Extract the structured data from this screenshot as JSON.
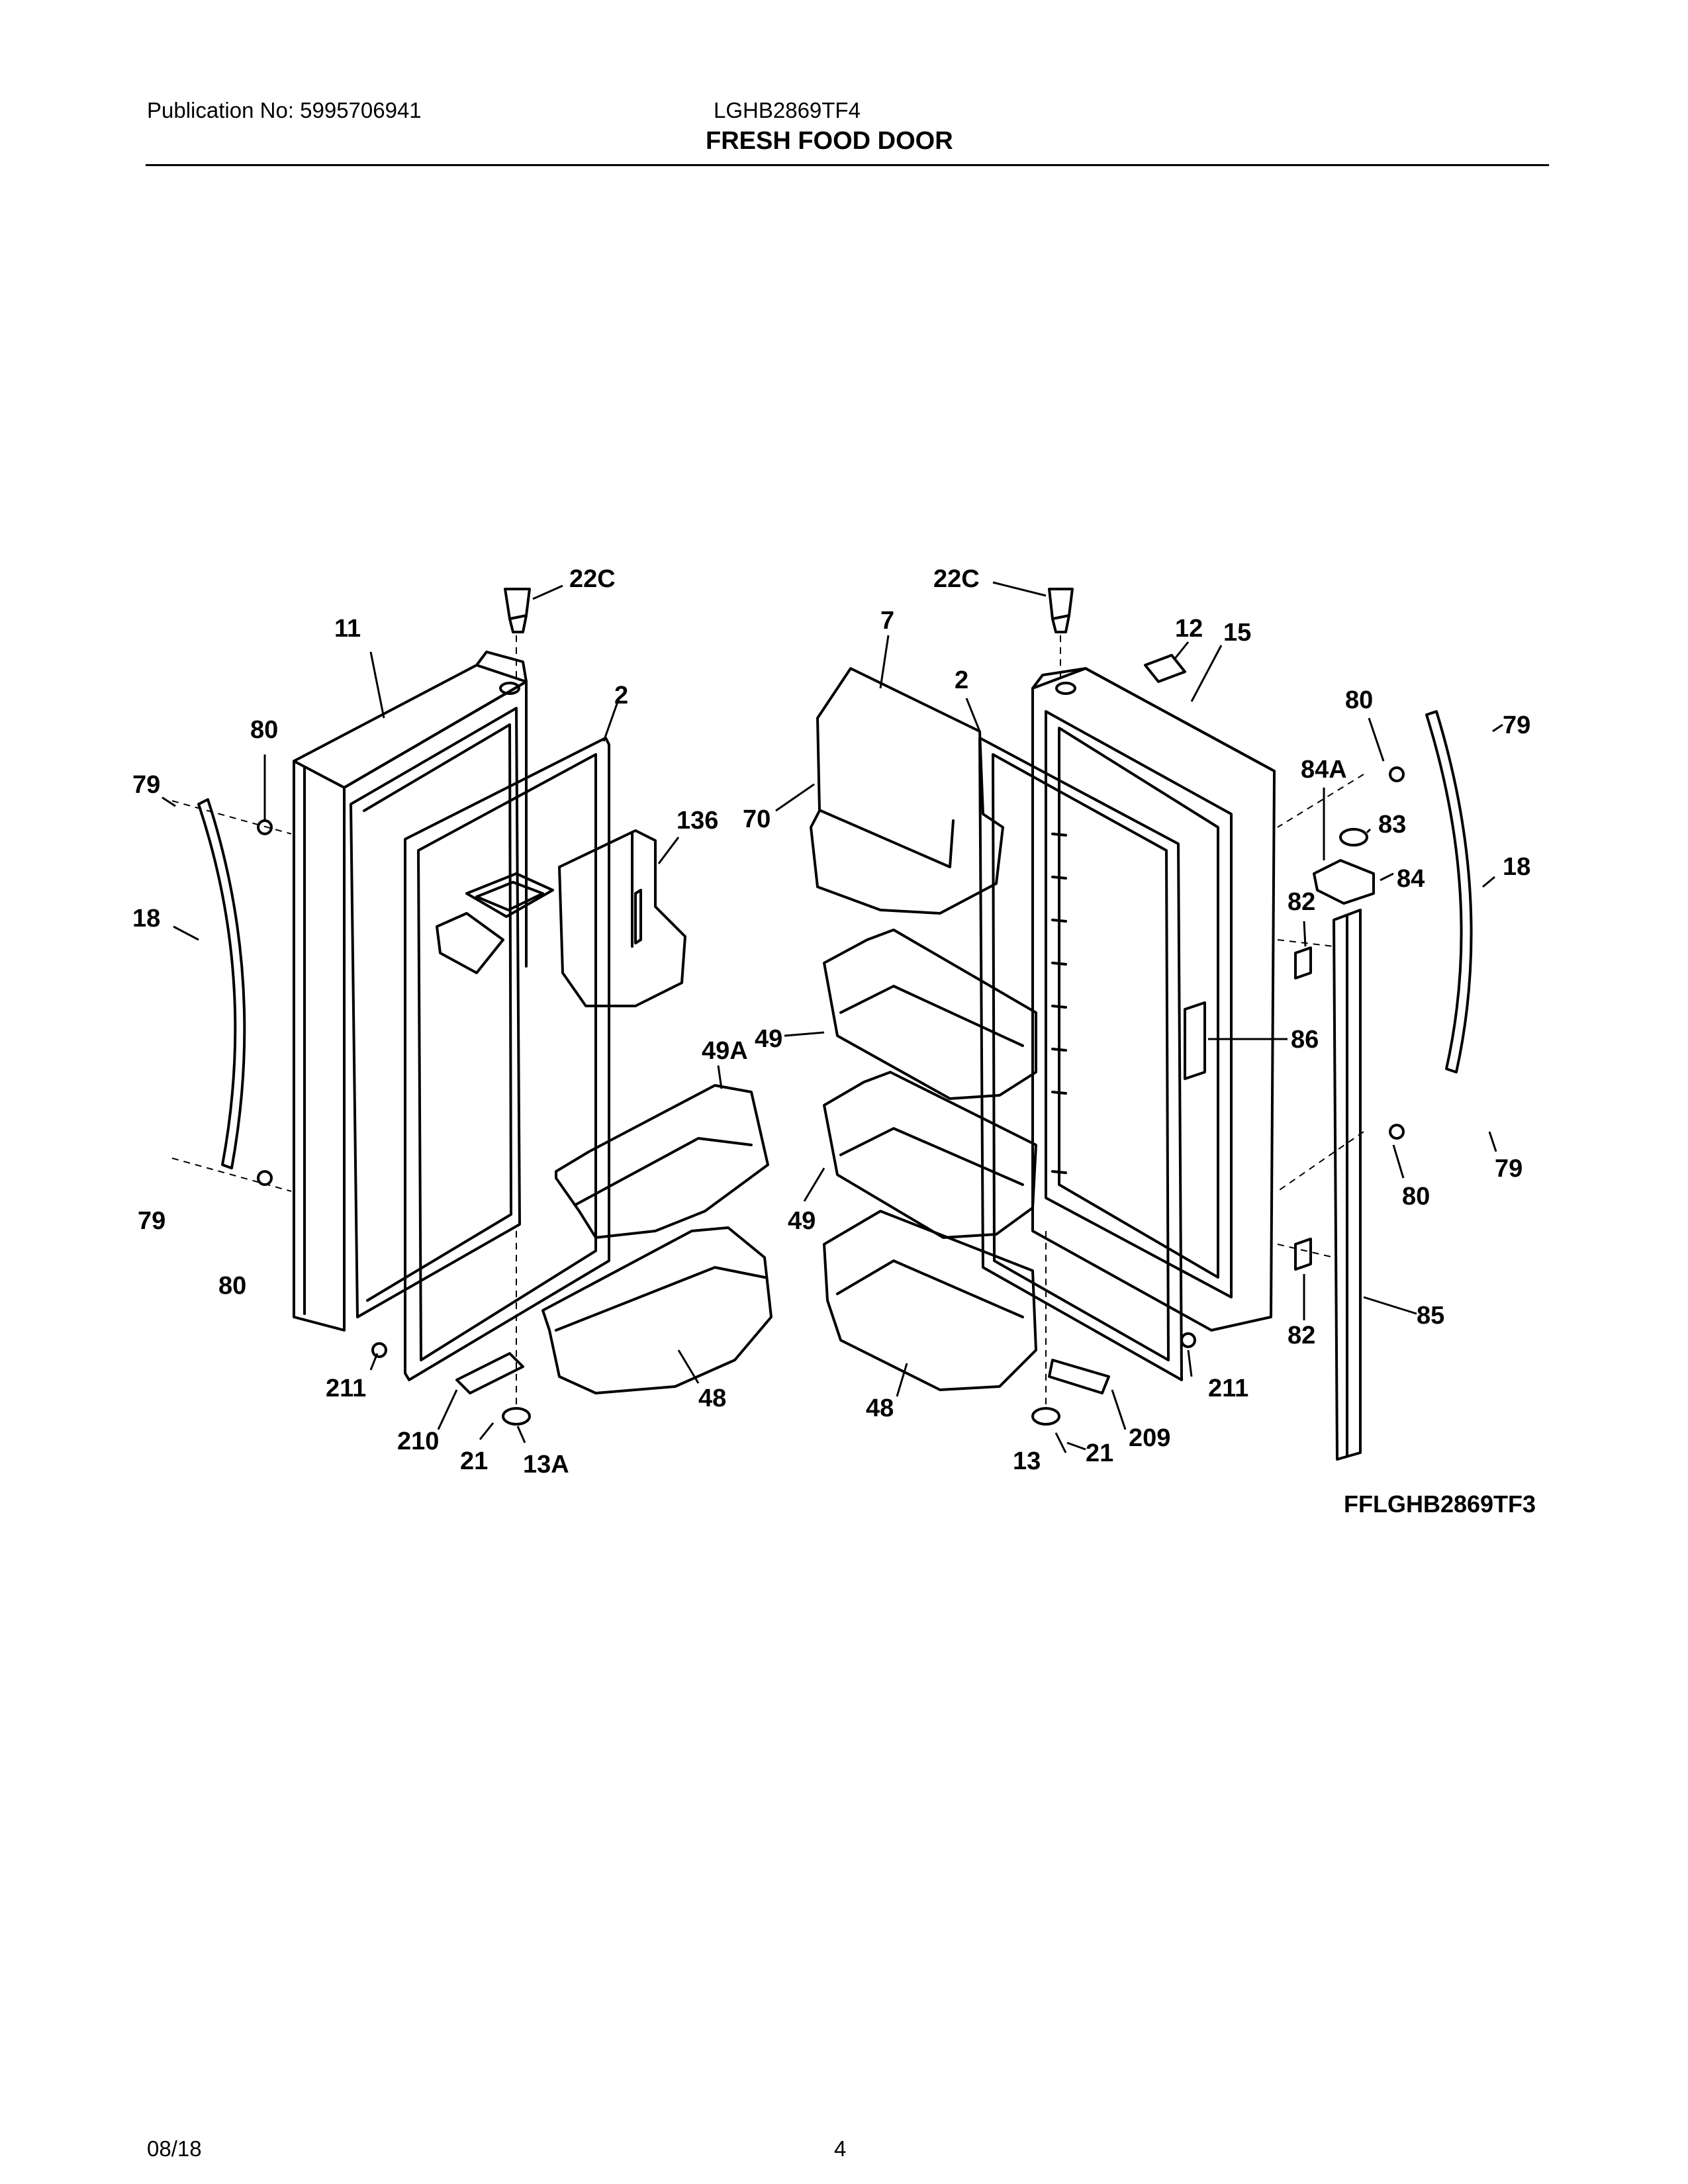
{
  "header": {
    "publication": "Publication No: 5995706941",
    "model": "LGHB2869TF4",
    "section_title": "FRESH FOOD DOOR"
  },
  "footer": {
    "date": "08/18",
    "page_number": "4"
  },
  "diagram": {
    "figure_id": "FFLGHB2869TF3",
    "callouts": [
      "22C",
      "11",
      "2",
      "80",
      "79",
      "18",
      "136",
      "49A",
      "48",
      "211",
      "210",
      "21",
      "13A",
      "7",
      "70",
      "2",
      "49",
      "49",
      "48",
      "22C",
      "12",
      "15",
      "80",
      "79",
      "84A",
      "83",
      "84",
      "18",
      "82",
      "86",
      "79",
      "80",
      "82",
      "85",
      "211",
      "209",
      "21",
      "13"
    ]
  }
}
